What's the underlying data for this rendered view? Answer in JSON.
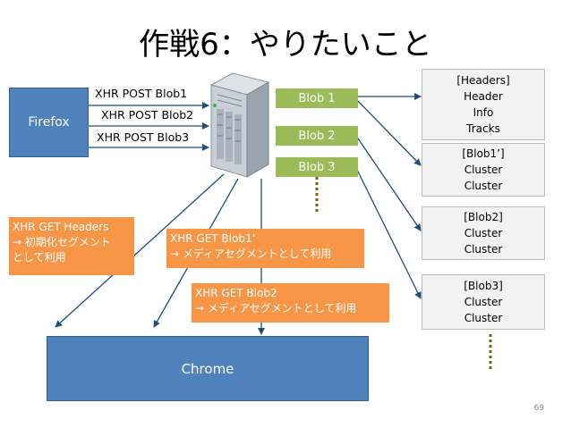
{
  "title": "作戦6：やりたいこと",
  "firefox": "Firefox",
  "chrome": "Chrome",
  "post_labels": [
    "XHR POST Blob1",
    "XHR POST Blob2",
    "XHR POST Blob3"
  ],
  "blobs": [
    "Blob 1",
    "Blob 2",
    "Blob 3"
  ],
  "get_headers": [
    "XHR GET  Headers",
    "→ 初期化セグメント",
    "として利用"
  ],
  "get_blob1": [
    "XHR GET  Blob1’",
    "→ メディアセグメントとして利用"
  ],
  "get_blob2": [
    "XHR GET  Blob2",
    "→ メディアセグメントとして利用"
  ],
  "outputs": [
    [
      "[Headers]",
      "Header",
      "Info",
      "Tracks"
    ],
    [
      "[Blob1’]",
      "Cluster",
      "Cluster"
    ],
    [
      "[Blob2]",
      "Cluster",
      "Cluster"
    ],
    [
      "[Blob3]",
      "Cluster",
      "Cluster"
    ]
  ],
  "page_number": "69"
}
